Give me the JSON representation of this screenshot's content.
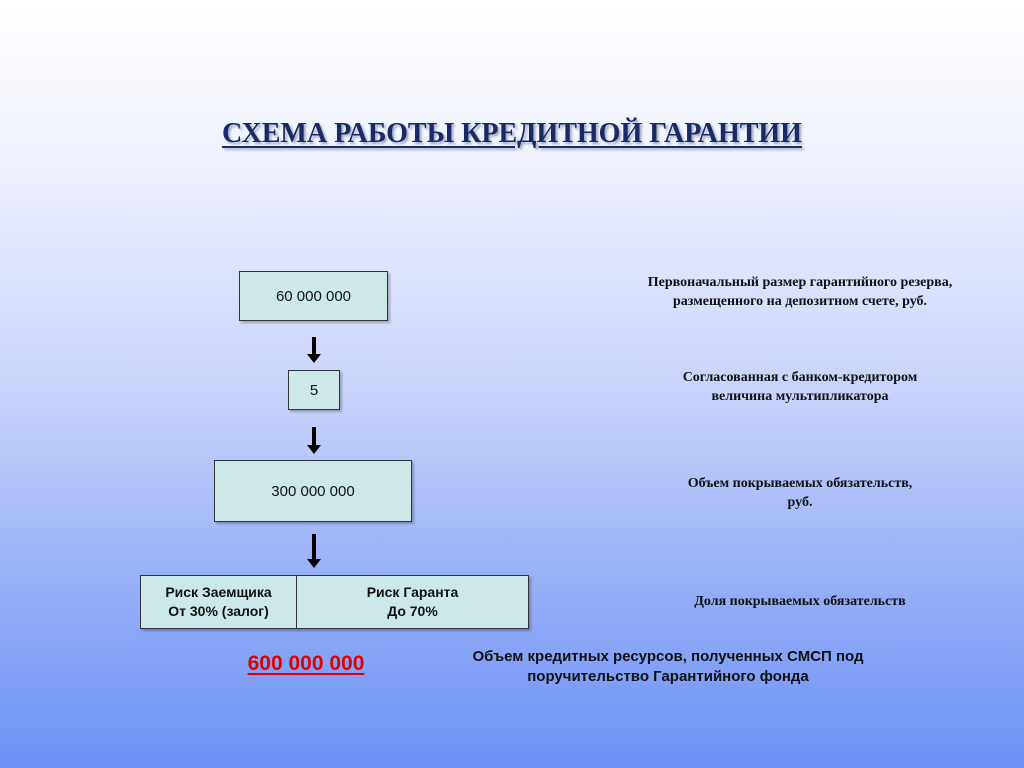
{
  "title": "СХЕМА РАБОТЫ КРЕДИТНОЙ ГАРАНТИИ",
  "flow": {
    "reserve_value": "60 000 000",
    "multiplier_value": "5",
    "coverage_value": "300 000 000",
    "borrower_risk": {
      "line1": "Риск Заемщика",
      "line2": "От 30% (залог)"
    },
    "guarantor_risk": {
      "line1": "Риск Гаранта",
      "line2": "До 70%"
    }
  },
  "descriptions": {
    "reserve": {
      "line1": "Первоначальный размер гарантийного резерва,",
      "line2": "размещенного на депозитном счете, руб."
    },
    "multiplier": {
      "line1": "Согласованная с банком-кредитором",
      "line2": "величина мультипликатора"
    },
    "coverage": {
      "line1": "Объем покрываемых обязательств,",
      "line2": "руб."
    },
    "share": {
      "line1": "Доля покрываемых обязательств"
    }
  },
  "total": {
    "value": "600 000 000",
    "desc_line1": "Объем кредитных ресурсов, полученных СМСП под",
    "desc_line2": "поручительство Гарантийного фонда"
  },
  "colors": {
    "box_fill": "#cde8e8",
    "title": "#1a2a66",
    "total": "#e00000"
  }
}
